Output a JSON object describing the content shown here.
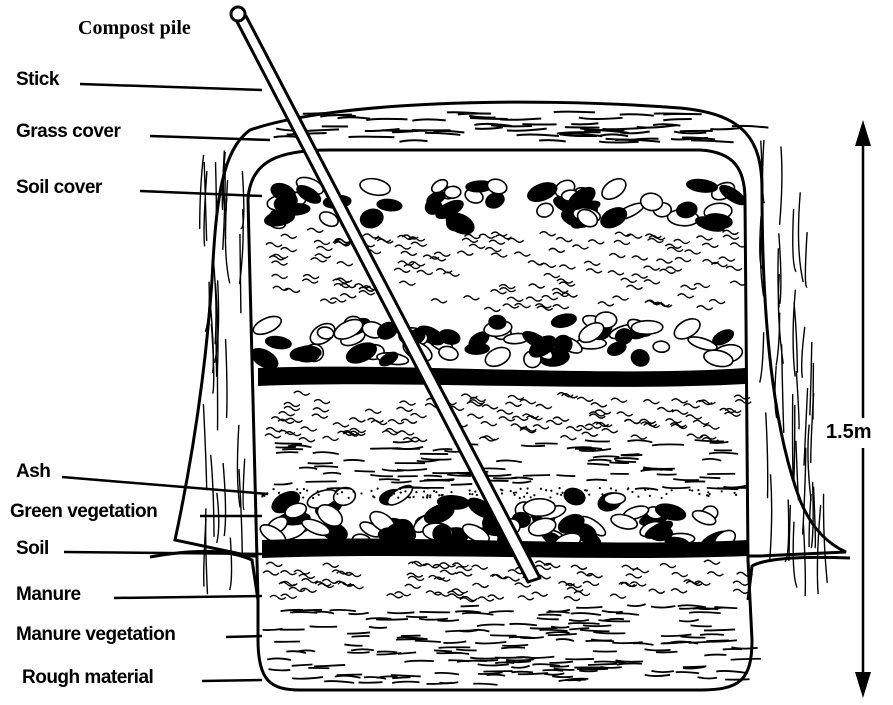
{
  "diagram": {
    "title": "Compost pile",
    "labels": [
      {
        "id": "stick",
        "text": "Stick"
      },
      {
        "id": "grass-cover",
        "text": "Grass cover"
      },
      {
        "id": "soil-cover",
        "text": "Soil cover"
      },
      {
        "id": "ash",
        "text": "Ash"
      },
      {
        "id": "green-vegetation",
        "text": "Green vegetation"
      },
      {
        "id": "soil",
        "text": "Soil"
      },
      {
        "id": "manure",
        "text": "Manure"
      },
      {
        "id": "manure-vegetation",
        "text": "Manure vegetation"
      },
      {
        "id": "rough-material",
        "text": "Rough material"
      }
    ],
    "height_label": "1.5m",
    "colors": {
      "ink": "#000000",
      "background": "#ffffff"
    }
  }
}
